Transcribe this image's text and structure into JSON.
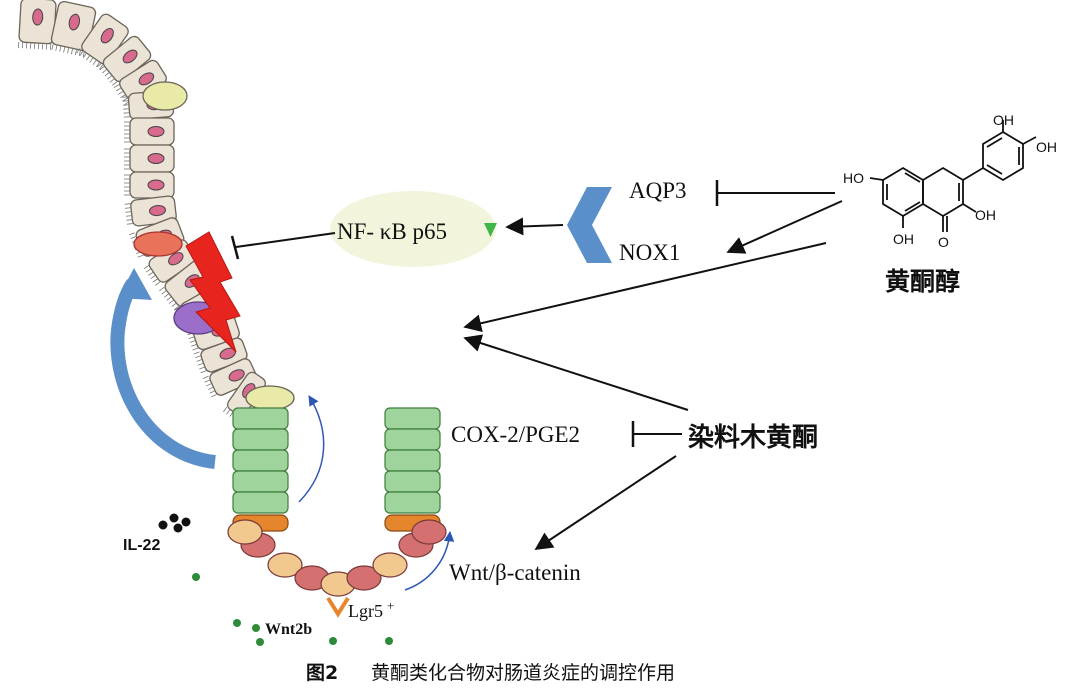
{
  "labels": {
    "nfkb": "NF- κB p65",
    "aqp3": "AQP3",
    "nox1": "NOX1",
    "cox2": "COX-2/PGE2",
    "wnt": "Wnt/β-catenin",
    "il22": "IL-22",
    "wnt2b": "Wnt2b",
    "lgr5": "Lgr5",
    "lgr5_sup": "+"
  },
  "compounds": {
    "quercetin": "黄酮醇",
    "luteolin": "染料木黄酮",
    "substituents": [
      "OH",
      "OH",
      "HO",
      "OH",
      "OH",
      "O"
    ]
  },
  "caption": {
    "figure": "图2",
    "text": "黄酮类化合物对肠道炎症的调控作用"
  },
  "colors": {
    "villus_cell": "#ebe3d6",
    "nucleus": "#d86a8e",
    "crypt_green": "#9fd49c",
    "crypt_orange": "#e5852c",
    "paneth": "#d4706f",
    "goblet": "#eaeaa8",
    "lightning": "#e8241e",
    "bubble": "#f2f5dc",
    "arrow_blue": "#5b9bd5",
    "down_triangle": "#3fb54a",
    "wnt_dot": "#2e8b3a"
  }
}
